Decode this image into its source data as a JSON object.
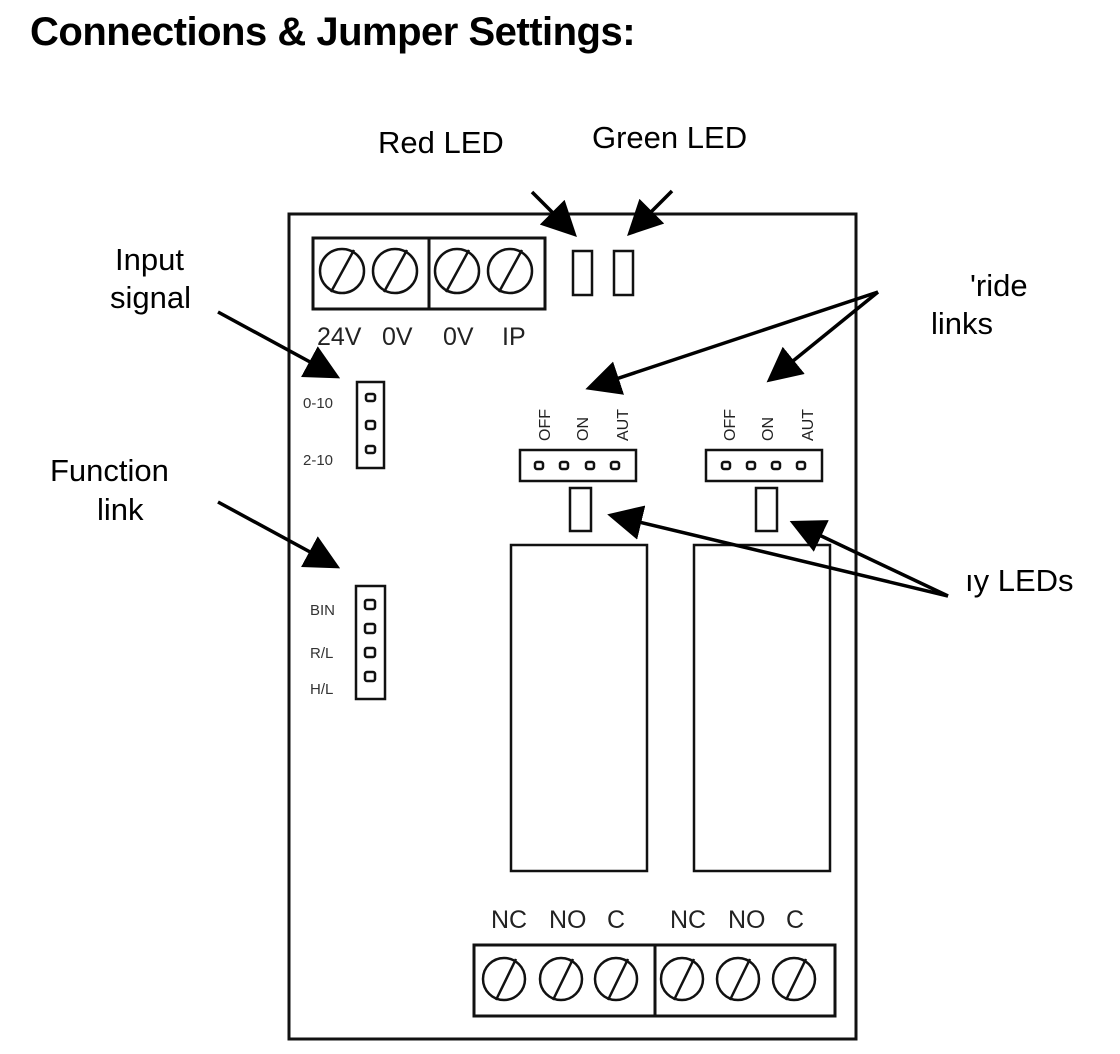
{
  "title": "Connections & Jumper Settings:",
  "callouts": {
    "red_led": "Red LED",
    "green_led": "Green LED",
    "input_signal_1": "Input",
    "input_signal_2": "signal",
    "function_link_1": "Function",
    "function_link_2": "link",
    "override_links_1": "'ride",
    "override_links_2": "links",
    "relay_leds": "ıy LEDs"
  },
  "top_terminals": [
    "24V",
    "0V",
    "0V",
    "IP"
  ],
  "input_jumper": {
    "top_label": "0-10",
    "bottom_label": "2-10"
  },
  "function_jumper": [
    "BIN",
    "R/L",
    "H/L"
  ],
  "override_jumpers": [
    {
      "labels": [
        "OFF",
        "ON",
        "AUT"
      ]
    },
    {
      "labels": [
        "OFF",
        "ON",
        "AUT"
      ]
    }
  ],
  "bottom_terminals": [
    "NC",
    "NO",
    "C",
    "NC",
    "NO",
    "C"
  ]
}
